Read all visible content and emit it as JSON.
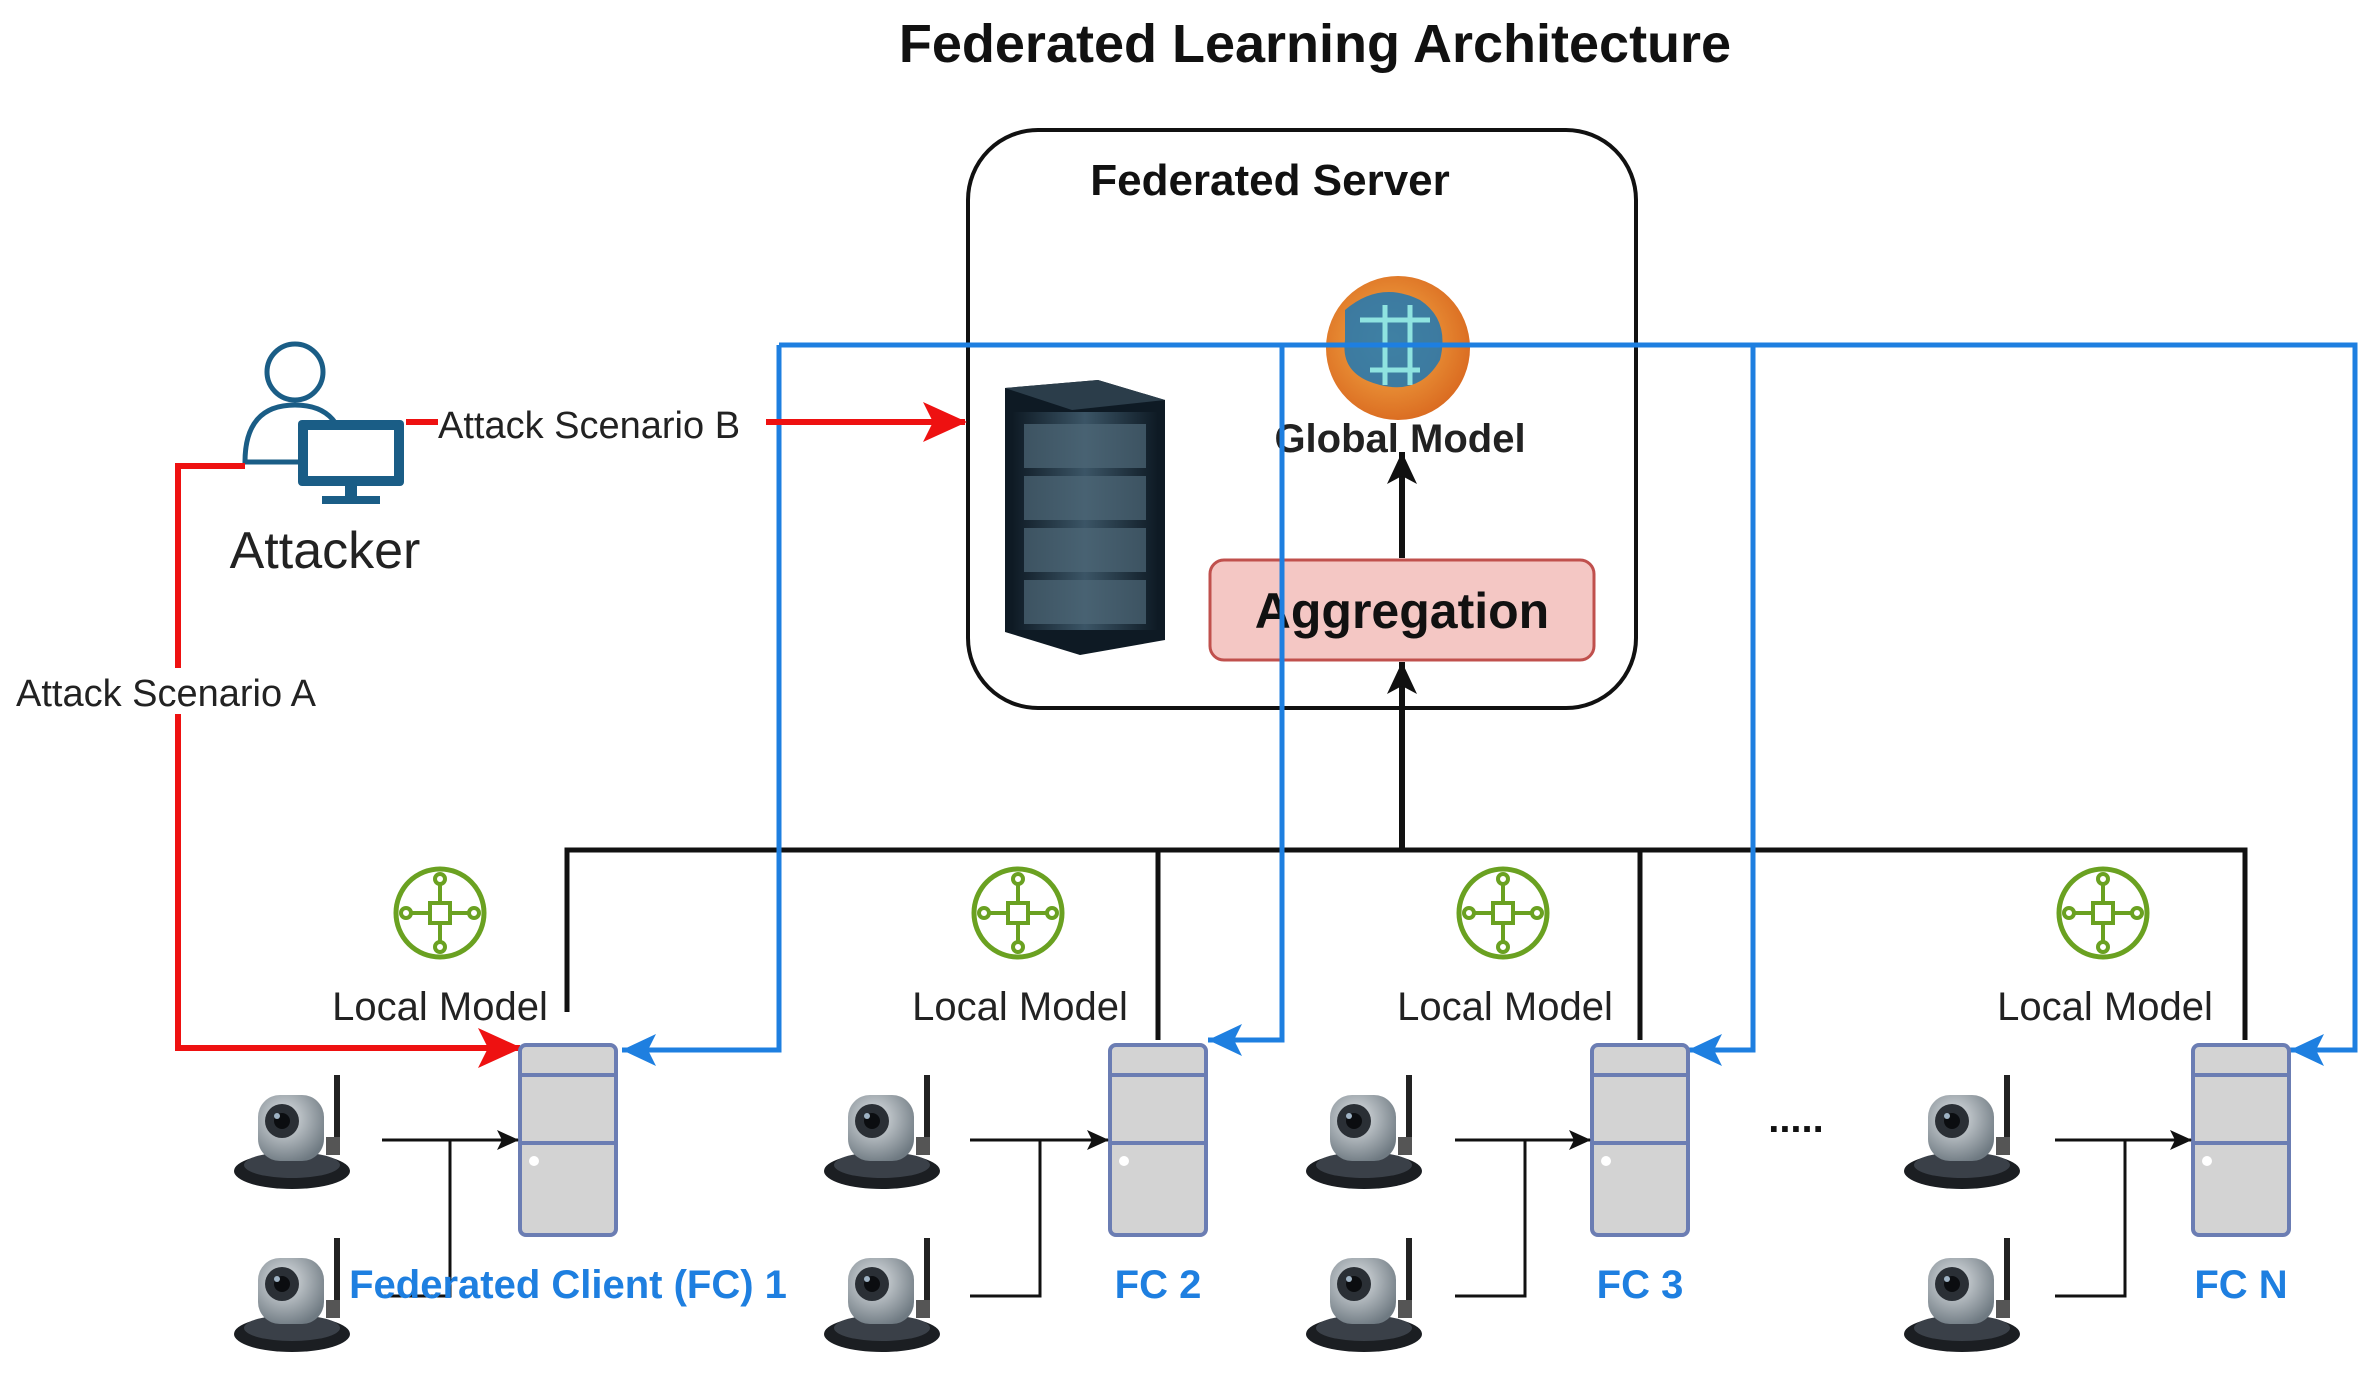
{
  "title": "Federated Learning Architecture",
  "server": {
    "title": "Federated Server",
    "global_model_label": "Global Model",
    "aggregation_label": "Aggregation"
  },
  "attacker": {
    "label": "Attacker",
    "scenario_a": "Attack Scenario A",
    "scenario_b": "Attack Scenario B"
  },
  "clients": [
    {
      "label": "Federated Client (FC) 1",
      "local_model": "Local Model"
    },
    {
      "label": "FC 2",
      "local_model": "Local Model"
    },
    {
      "label": "FC 3",
      "local_model": "Local Model"
    },
    {
      "label": "FC N",
      "local_model": "Local Model"
    }
  ],
  "ellipsis": ".....",
  "colors": {
    "attack": "#ee1111",
    "distribution": "#1e7fe0",
    "update": "#111111",
    "aggregation_fill": "#f4c7c4",
    "aggregation_stroke": "#c0504d",
    "local_model_icon": "#6aa121",
    "client_server_fill": "#d3d3d3",
    "client_server_stroke": "#6b7db3",
    "attacker_icon": "#1a5d86"
  },
  "icons": {
    "attacker": "person-with-monitor-icon",
    "server_rack": "server-rack-icon",
    "global_model": "ai-brain-globe-icon",
    "local_model": "model-node-icon",
    "client_server": "tower-server-icon",
    "camera": "ip-camera-icon"
  }
}
